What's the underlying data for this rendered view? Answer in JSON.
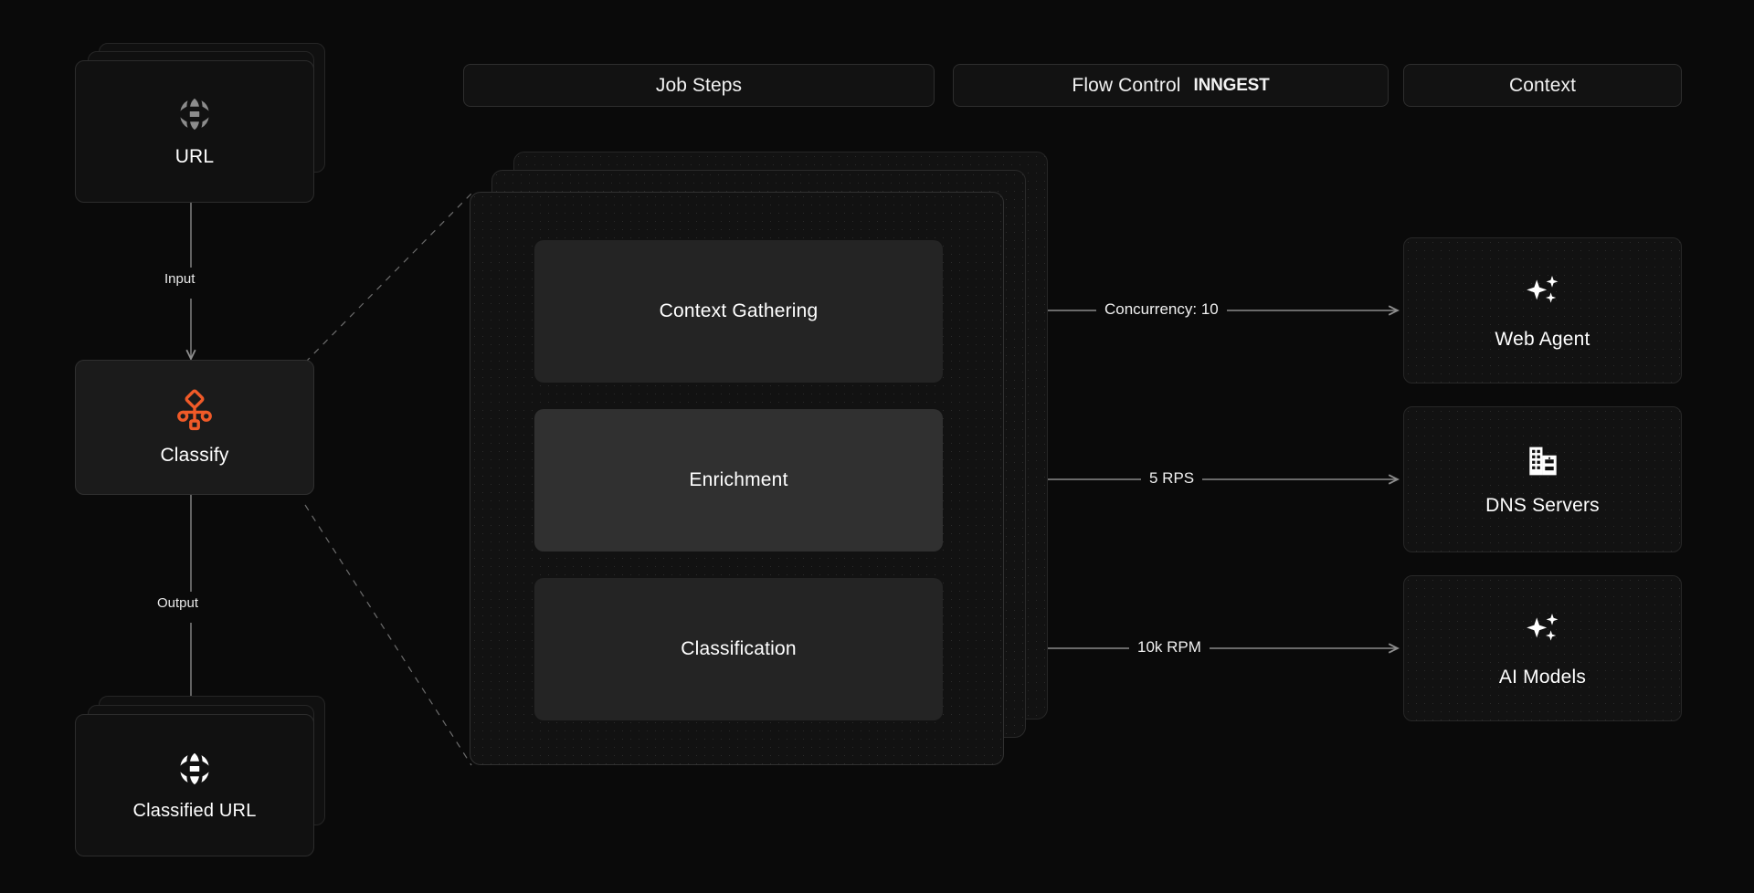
{
  "header": {
    "pills": [
      {
        "label": "Job Steps",
        "brand": ""
      },
      {
        "label": "Flow Control",
        "brand": "INNGEST"
      },
      {
        "label": "Context",
        "brand": ""
      }
    ]
  },
  "left_column": {
    "input_node": {
      "label": "URL",
      "icon": "globe-icon"
    },
    "input_edge_label": "Input",
    "process_node": {
      "label": "Classify",
      "icon": "classify-workflow-icon",
      "icon_color": "#F05A28"
    },
    "output_edge_label": "Output",
    "output_node": {
      "label": "Classified URL",
      "icon": "globe-icon"
    }
  },
  "job_panel": {
    "steps": [
      {
        "label": "Context Gathering",
        "highlighted": false
      },
      {
        "label": "Enrichment",
        "highlighted": true
      },
      {
        "label": "Classification",
        "highlighted": false
      }
    ]
  },
  "flow_control": {
    "connections": [
      {
        "label": "Concurrency: 10",
        "from": "Context Gathering",
        "to": "Web Agent"
      },
      {
        "label": "5 RPS",
        "from": "Enrichment",
        "to": "DNS Servers"
      },
      {
        "label": "10k RPM",
        "from": "Classification",
        "to": "AI Models"
      }
    ]
  },
  "context_column": {
    "items": [
      {
        "label": "Web Agent",
        "icon": "sparkles-icon"
      },
      {
        "label": "DNS Servers",
        "icon": "building-icon"
      },
      {
        "label": "AI Models",
        "icon": "sparkles-icon"
      }
    ]
  },
  "colors": {
    "background": "#0a0a0a",
    "card": "#121212",
    "border": "#2a2a2a",
    "accent": "#F05A28",
    "text": "#ffffff",
    "step_default": "#242424",
    "step_highlight": "#303030",
    "wire": "#8a8a8a"
  }
}
